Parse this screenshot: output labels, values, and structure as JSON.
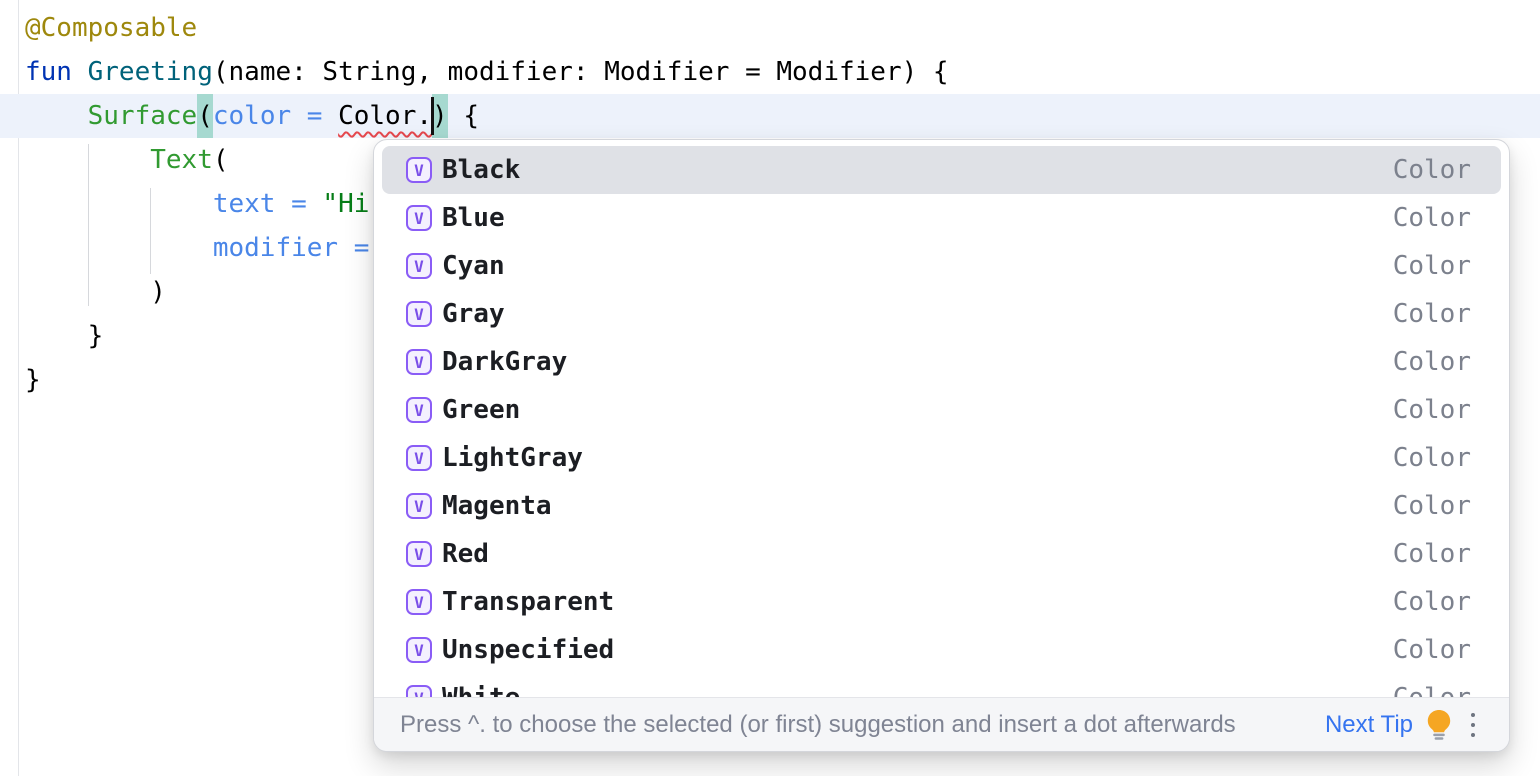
{
  "editor": {
    "lines": [
      {
        "tokens": [
          {
            "text": "@Composable"
          }
        ]
      },
      {
        "tokens": [
          {
            "text": "fun "
          },
          {
            "text": "Greeting"
          },
          {
            "text": "(name: String, modifier: Modifier = Modifier) {"
          }
        ]
      },
      {
        "tokens": [
          {
            "text": "    "
          },
          {
            "text": "Surface"
          },
          {
            "text": "("
          },
          {
            "text": "color = "
          },
          {
            "text": "Color."
          },
          {
            "text": ")"
          },
          {
            "text": " {"
          }
        ]
      },
      {
        "tokens": [
          {
            "text": "        "
          },
          {
            "text": "Text"
          },
          {
            "text": "("
          }
        ]
      },
      {
        "tokens": [
          {
            "text": "            "
          },
          {
            "text": "text = "
          },
          {
            "text": "\"Hi,"
          }
        ]
      },
      {
        "tokens": [
          {
            "text": "            "
          },
          {
            "text": "modifier = "
          }
        ]
      },
      {
        "tokens": [
          {
            "text": "        )"
          }
        ]
      },
      {
        "tokens": [
          {
            "text": "    }"
          }
        ]
      },
      {
        "tokens": [
          {
            "text": "}"
          }
        ]
      }
    ],
    "caret": {
      "visible": true,
      "line": 3,
      "after": "Color."
    }
  },
  "popup": {
    "icon_letter": "V",
    "items": [
      {
        "label": "Black",
        "type": "Color",
        "selected": true
      },
      {
        "label": "Blue",
        "type": "Color",
        "selected": false
      },
      {
        "label": "Cyan",
        "type": "Color",
        "selected": false
      },
      {
        "label": "Gray",
        "type": "Color",
        "selected": false
      },
      {
        "label": "DarkGray",
        "type": "Color",
        "selected": false
      },
      {
        "label": "Green",
        "type": "Color",
        "selected": false
      },
      {
        "label": "LightGray",
        "type": "Color",
        "selected": false
      },
      {
        "label": "Magenta",
        "type": "Color",
        "selected": false
      },
      {
        "label": "Red",
        "type": "Color",
        "selected": false
      },
      {
        "label": "Transparent",
        "type": "Color",
        "selected": false
      },
      {
        "label": "Unspecified",
        "type": "Color",
        "selected": false
      },
      {
        "label": "White",
        "type": "Color",
        "selected": false
      }
    ],
    "hint_bar": {
      "message": "Press ^. to choose the selected (or first) suggestion and insert a dot afterwards",
      "next_tip_label": "Next Tip"
    }
  },
  "colors": {
    "annotation": "#9e880d",
    "keyword": "#0033b3",
    "function_declaration": "#00627a",
    "composable_call": "#319a31",
    "named_argument": "#4a86e8",
    "string": "#067d17",
    "error_squiggle": "#e5484d",
    "current_line": "#edf2fb",
    "matched_paren_highlight": "#a6d9d0",
    "selection_row": "#dfe1e6",
    "icon_purple": "#8a5cf6",
    "type_label": "#7c818d",
    "hint_text": "#7f8493",
    "link_blue": "#3574f0",
    "bulb_amber": "#f5a623"
  }
}
